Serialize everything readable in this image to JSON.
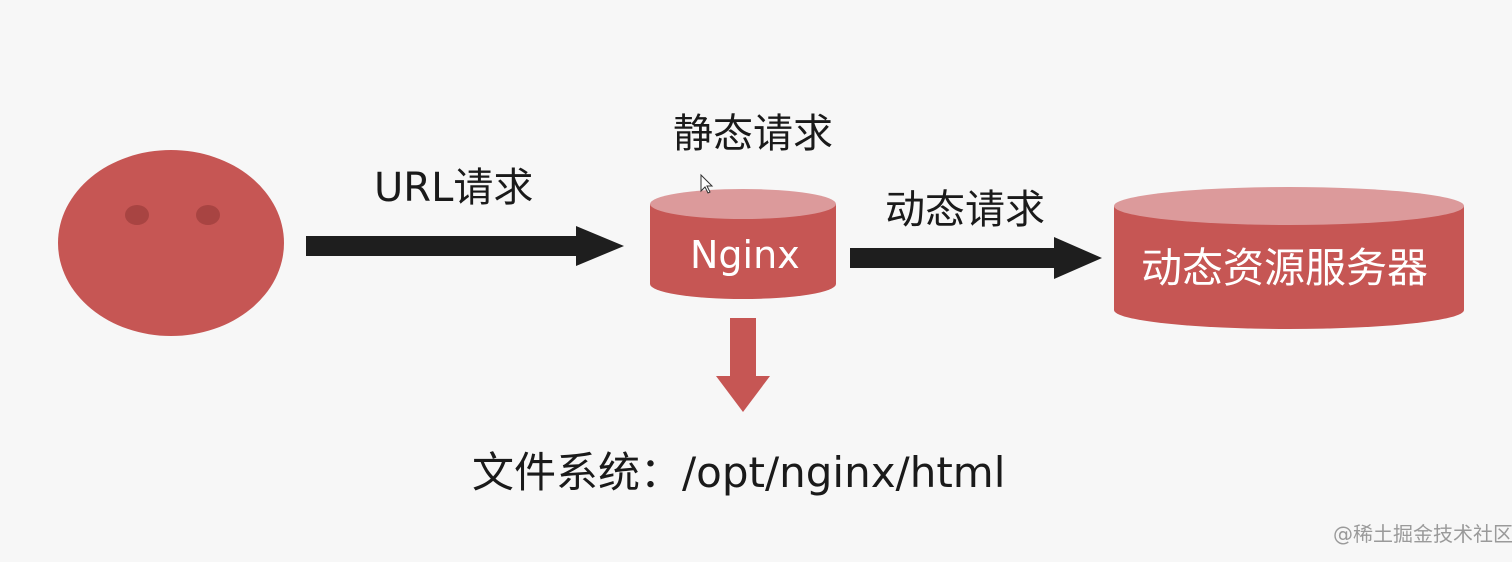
{
  "diagram": {
    "labels": {
      "url_request": "URL请求",
      "static_request": "静态请求",
      "dynamic_request": "动态请求",
      "nginx": "Nginx",
      "dynamic_server": "动态资源服务器",
      "file_system": "文件系统：/opt/nginx/html"
    },
    "watermark": "@稀土掘金技术社区"
  },
  "colors": {
    "node_fill": "#c65654",
    "node_top": "#dc9a9b",
    "arrow_dark": "#1e1e1e",
    "arrow_red": "#c65654",
    "background": "#f7f7f7"
  }
}
